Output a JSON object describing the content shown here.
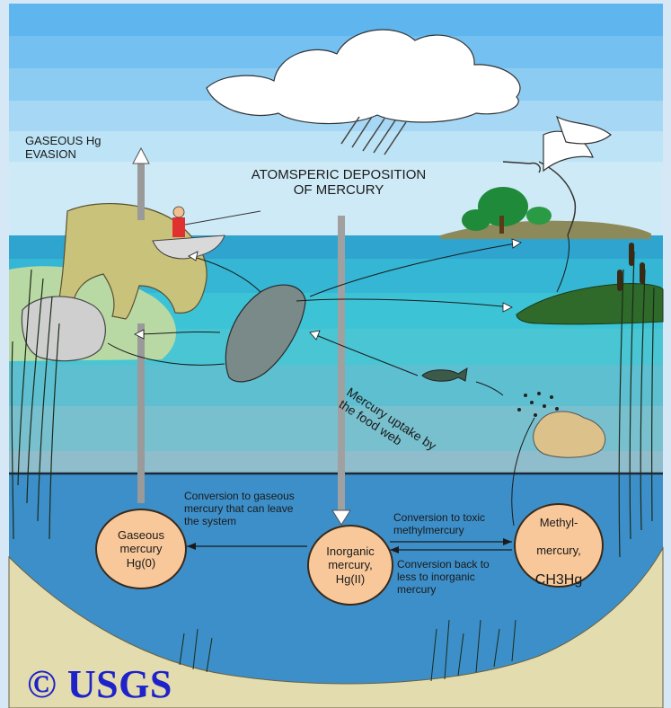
{
  "labels": {
    "evasion": "GASEOUS Hg\nEVASION",
    "deposition": "ATOMSPERIC  DEPOSITION\nOF MERCURY",
    "uptake": "Mercury uptake by\nthe food web",
    "conv_gaseous": "Conversion to gaseous\nmercury that can leave\nthe system",
    "conv_methyl": "Conversion to toxic\nmethylmercury",
    "conv_back": "Conversion back to\nless to inorganic\nmercury"
  },
  "nodes": {
    "gaseous": "Gaseous\nmercury\nHg(0)",
    "inorganic": "Inorganic\nmercury,\nHg(II)",
    "methyl_line1": "Methyl-",
    "methyl_line2": "mercury,",
    "methyl_formula": "CH3Hg"
  },
  "copyright": "© USGS",
  "colors": {
    "sky_top": "#5fb4ec",
    "water_shallow": "#3fc3d6",
    "water_deep": "#3e8fc8",
    "sediment": "#e3dcae",
    "node_fill": "#f8c89a",
    "copyright": "#1d22c9"
  }
}
